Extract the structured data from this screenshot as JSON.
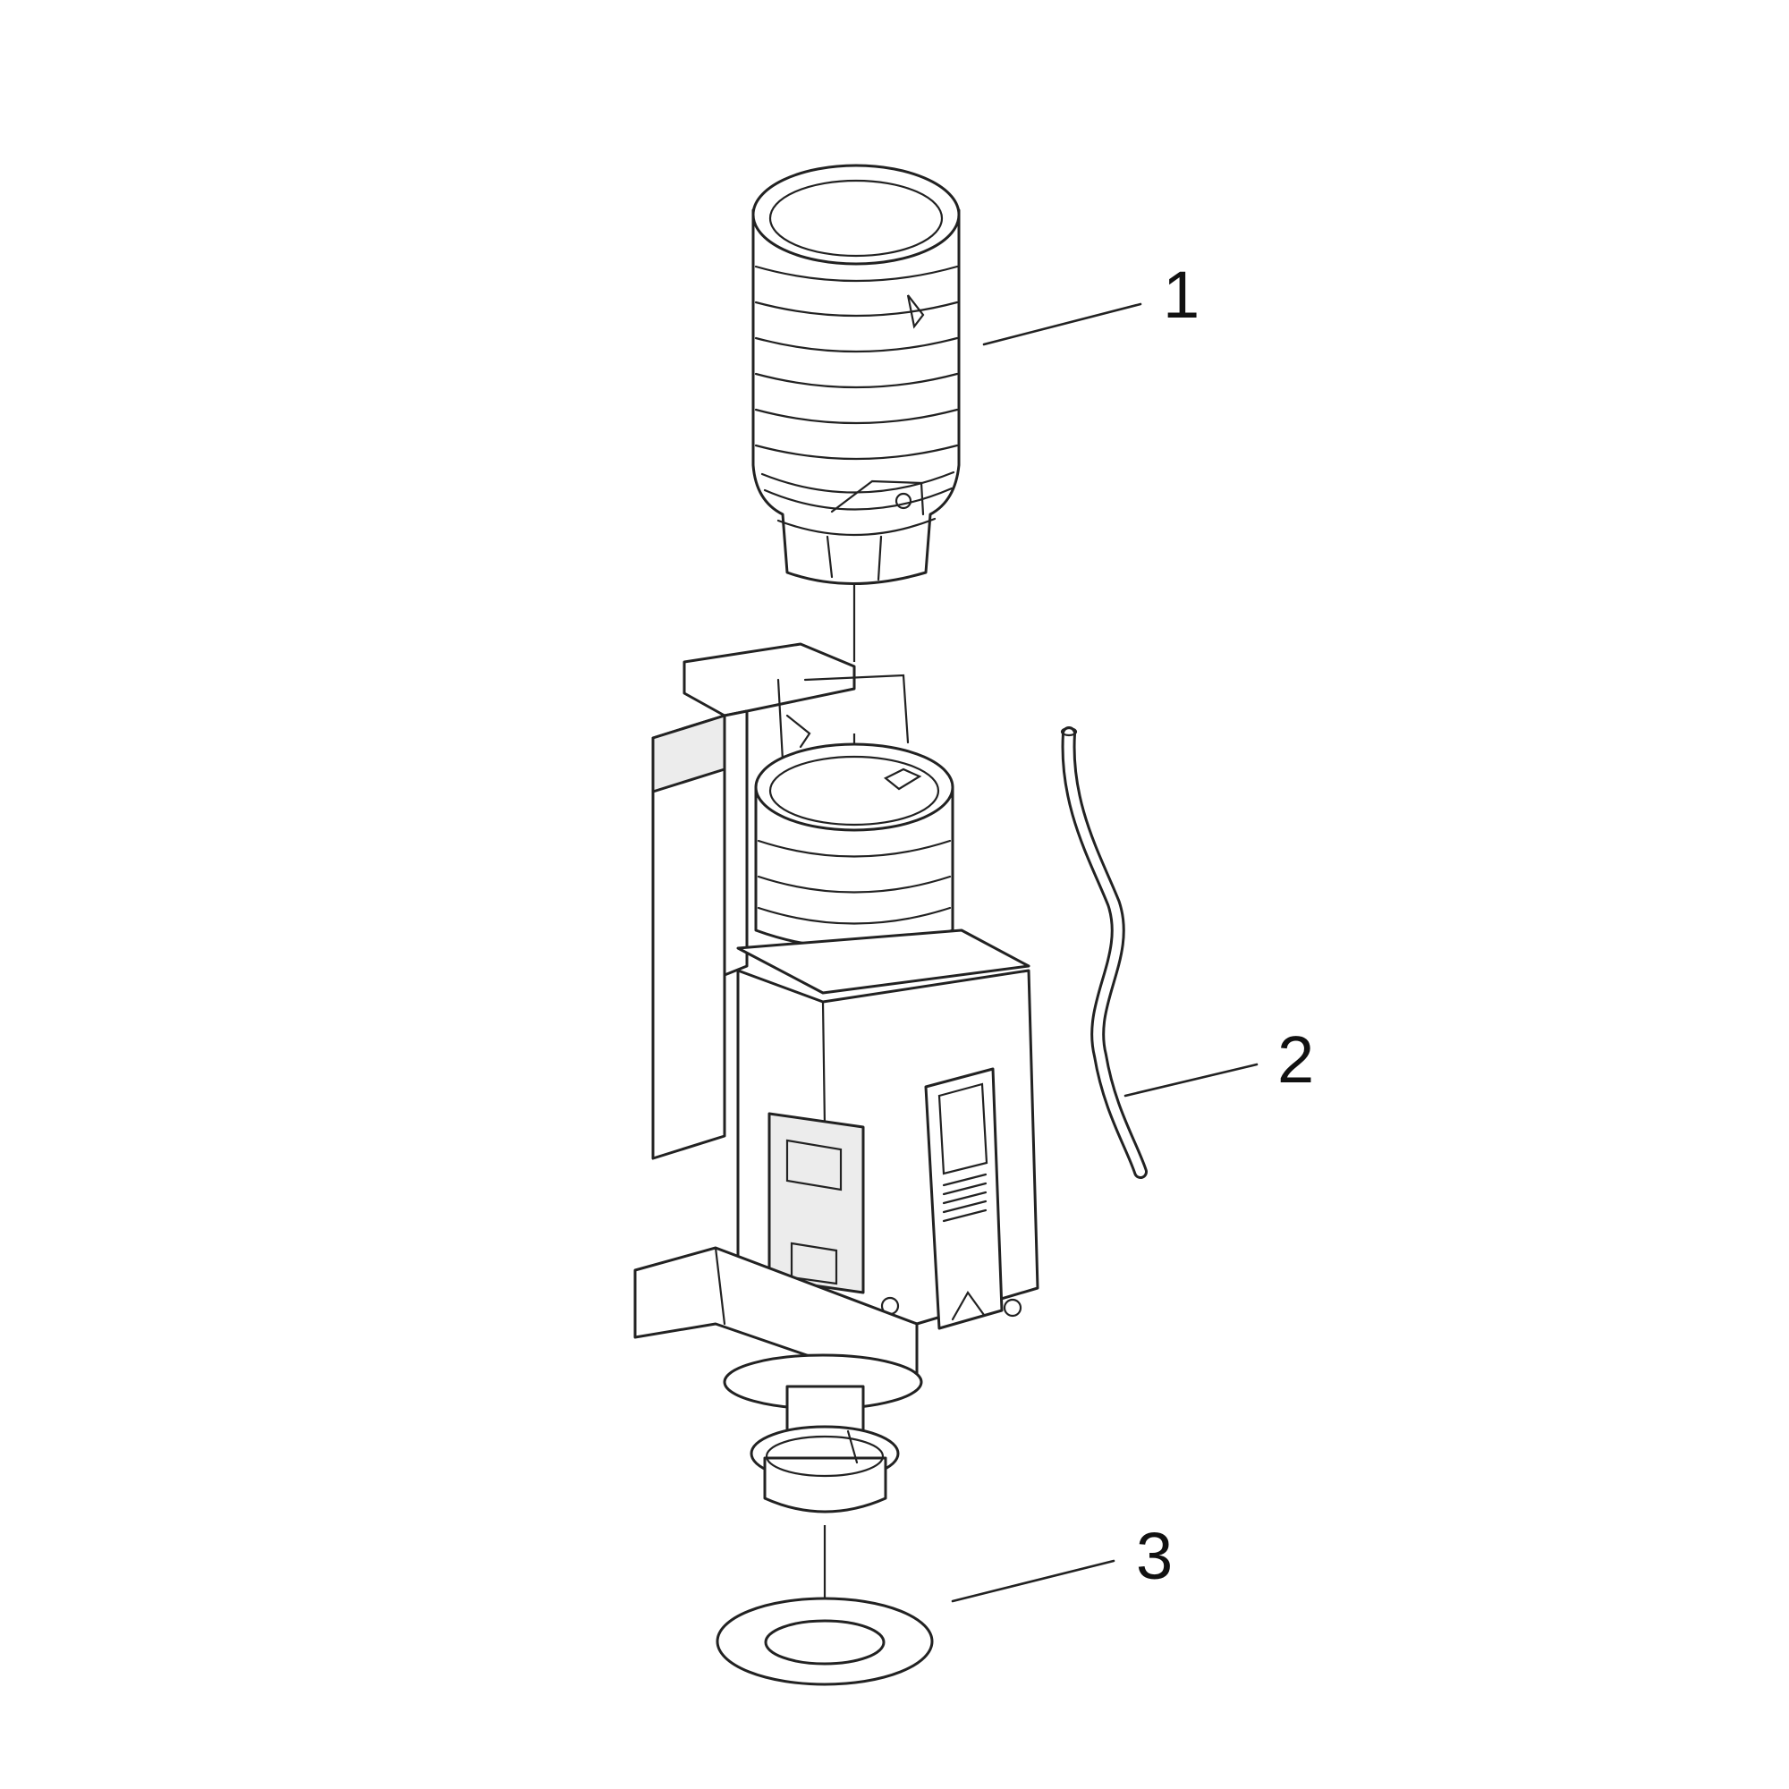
{
  "diagram": {
    "callouts": [
      {
        "number": "1",
        "part": "float-cylinder"
      },
      {
        "number": "2",
        "part": "tube"
      },
      {
        "number": "3",
        "part": "seal-ring"
      }
    ]
  }
}
